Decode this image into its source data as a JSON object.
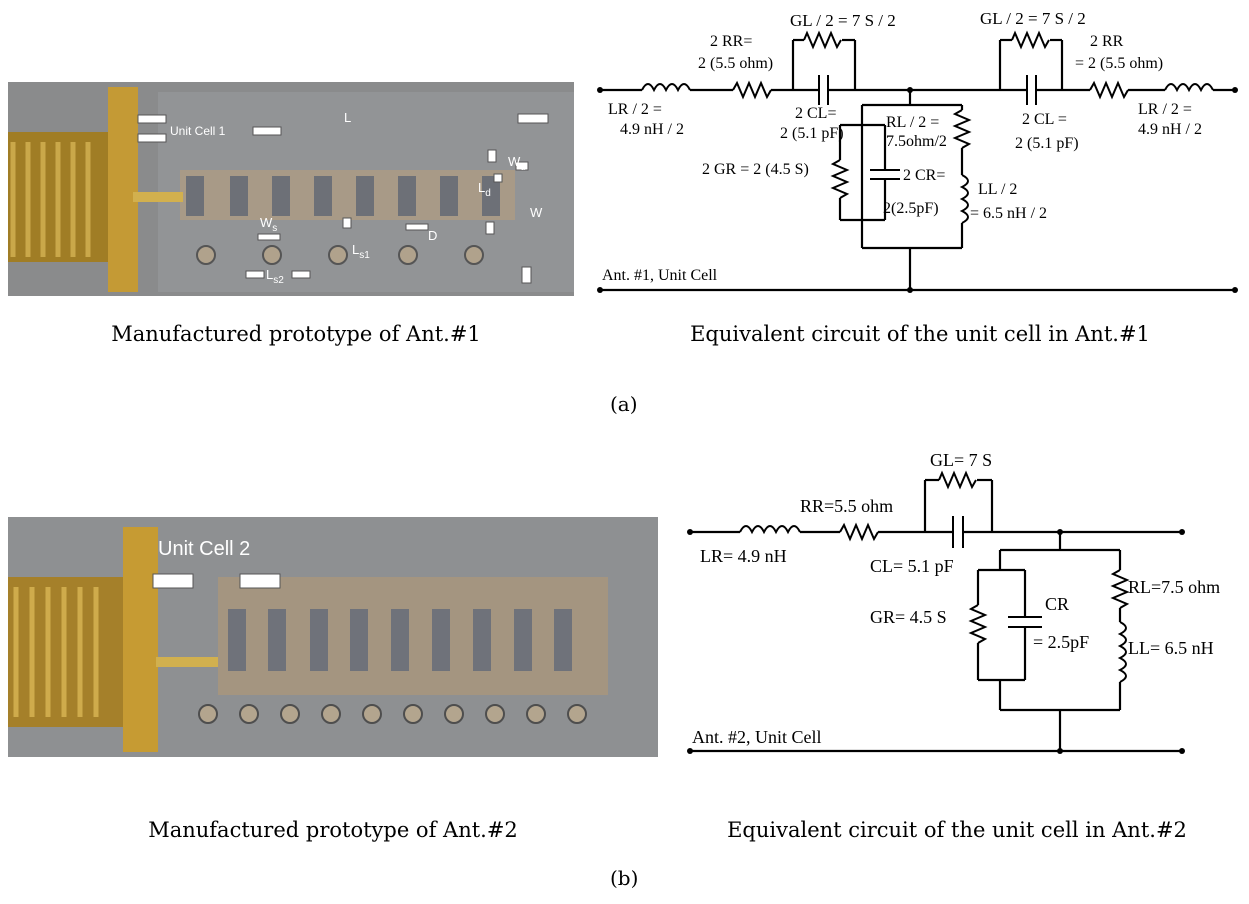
{
  "panel_a": {
    "label": "(a)",
    "photo": {
      "caption": "Manufactured prototype of Ant.#1",
      "labels": {
        "unit_cell": "Unit Cell 1",
        "L": "L",
        "W": "W",
        "Wd": "W",
        "Wd_sub": "d",
        "Ld": "L",
        "Ld_sub": "d",
        "Ws": "W",
        "Ws_sub": "s",
        "Ls1": "L",
        "Ls1_sub": "s1",
        "Ls2": "L",
        "Ls2_sub": "s2",
        "D": "D"
      }
    },
    "circuit": {
      "caption": "Equivalent circuit of the unit cell in Ant.#1",
      "net_label": "Ant. #1, Unit Cell",
      "labels": {
        "gl_left": "GL / 2 = 7 S / 2",
        "gl_right": "GL / 2 = 7 S / 2",
        "rr_left_1": "2 RR=",
        "rr_left_2": "2 (5.5 ohm)",
        "rr_right_1": "2 RR",
        "rr_right_2": "= 2 (5.5 ohm)",
        "lr_left_1": "LR / 2 =",
        "lr_left_2": "4.9 nH / 2",
        "lr_right_1": "LR / 2 =",
        "lr_right_2": "4.9 nH / 2",
        "cl_left_1": "2 CL=",
        "cl_left_2": "2 (5.1 pF)",
        "cl_right_1": "2 CL =",
        "cl_right_2": "2 (5.1 pF)",
        "rl_1": "RL / 2 =",
        "rl_2": "7.5ohm/2",
        "gr": "2 GR = 2 (4.5 S)",
        "cr_1": "2 CR=",
        "cr_2": "2(2.5pF)",
        "ll_1": "LL / 2",
        "ll_2": "= 6.5 nH / 2"
      }
    }
  },
  "panel_b": {
    "label": "(b)",
    "photo": {
      "caption": "Manufactured prototype of Ant.#2",
      "labels": {
        "unit_cell": "Unit Cell 2"
      }
    },
    "circuit": {
      "caption": "Equivalent circuit of the unit cell in Ant.#2",
      "net_label": "Ant. #2, Unit Cell",
      "labels": {
        "gl": "GL= 7 S",
        "rr": "RR=5.5 ohm",
        "lr": "LR= 4.9 nH",
        "cl": "CL= 5.1 pF",
        "gr": "GR= 4.5 S",
        "cr_1": "CR",
        "cr_2": "= 2.5pF",
        "rl": "RL=7.5 ohm",
        "ll": "LL= 6.5 nH"
      }
    }
  }
}
